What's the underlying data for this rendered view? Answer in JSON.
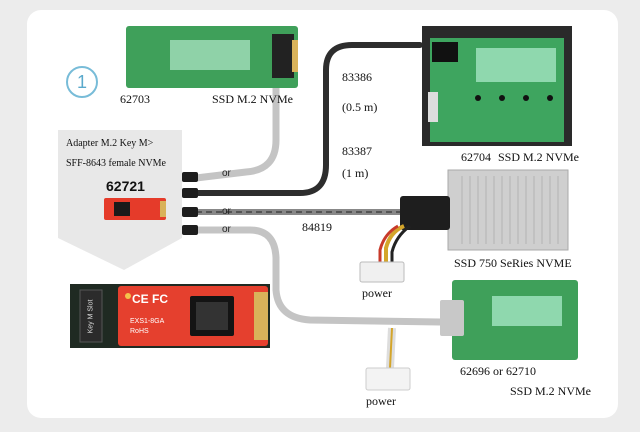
{
  "step_number": "1",
  "products": {
    "top_left_code": "62703",
    "top_left_label": "SSD M.2 NVMe",
    "top_right_code": "62704",
    "top_right_label": "SSD M.2 NVMe",
    "adapter_line1": "Adapter M.2 Key M>",
    "adapter_line2": "SFF-8643 female NVMe",
    "adapter_code": "62721",
    "ssd750_label": "SSD 750 SeRies NVME",
    "bottom_right_code": "62696 or 62710",
    "bottom_right_label": "SSD M.2 NVMe"
  },
  "cables": {
    "c1_code": "83386",
    "c1_length": "(0.5 m)",
    "c2_code": "83387",
    "c2_length": "(1 m)",
    "c3_code": "84819"
  },
  "or_label": "or",
  "power_label": "power",
  "board_text": {
    "slot_label": "Key M Slot",
    "ce_mark": "CE FC",
    "model_text": "EXS1-8GA",
    "rohs_text": "RoHS"
  }
}
